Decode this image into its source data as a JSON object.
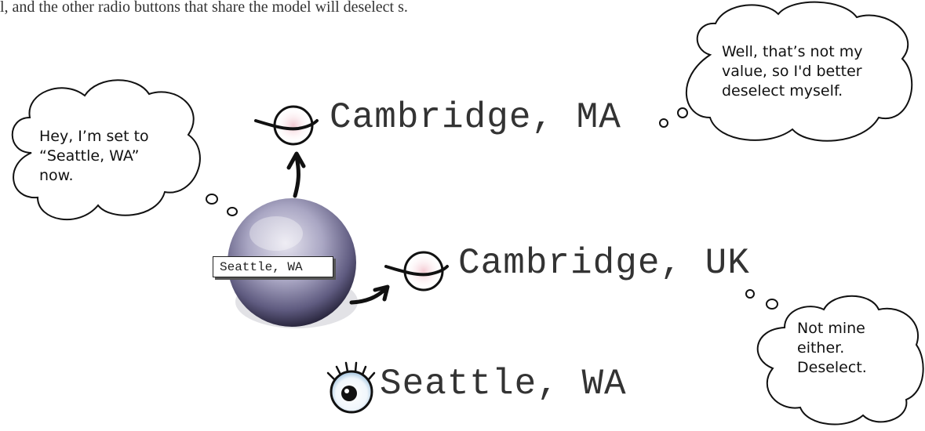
{
  "intro_text": "l, and the other radio buttons that share the model will deselect s.",
  "model_value": "Seattle, WA",
  "options": [
    {
      "label": "Cambridge, MA",
      "selected": false
    },
    {
      "label": "Cambridge, UK",
      "selected": false
    },
    {
      "label": "Seattle, WA",
      "selected": true
    }
  ],
  "thoughts": {
    "model": "Hey, I’m set to “Seattle, WA” now.",
    "cambridge_ma": "Well, that’s not my value, so I'd better deselect myself.",
    "cambridge_uk": "Not mine either. Deselect."
  },
  "icons": {
    "unselected": "radio-unselected-icon",
    "selected": "radio-selected-eye-icon",
    "model": "model-sphere-icon"
  }
}
